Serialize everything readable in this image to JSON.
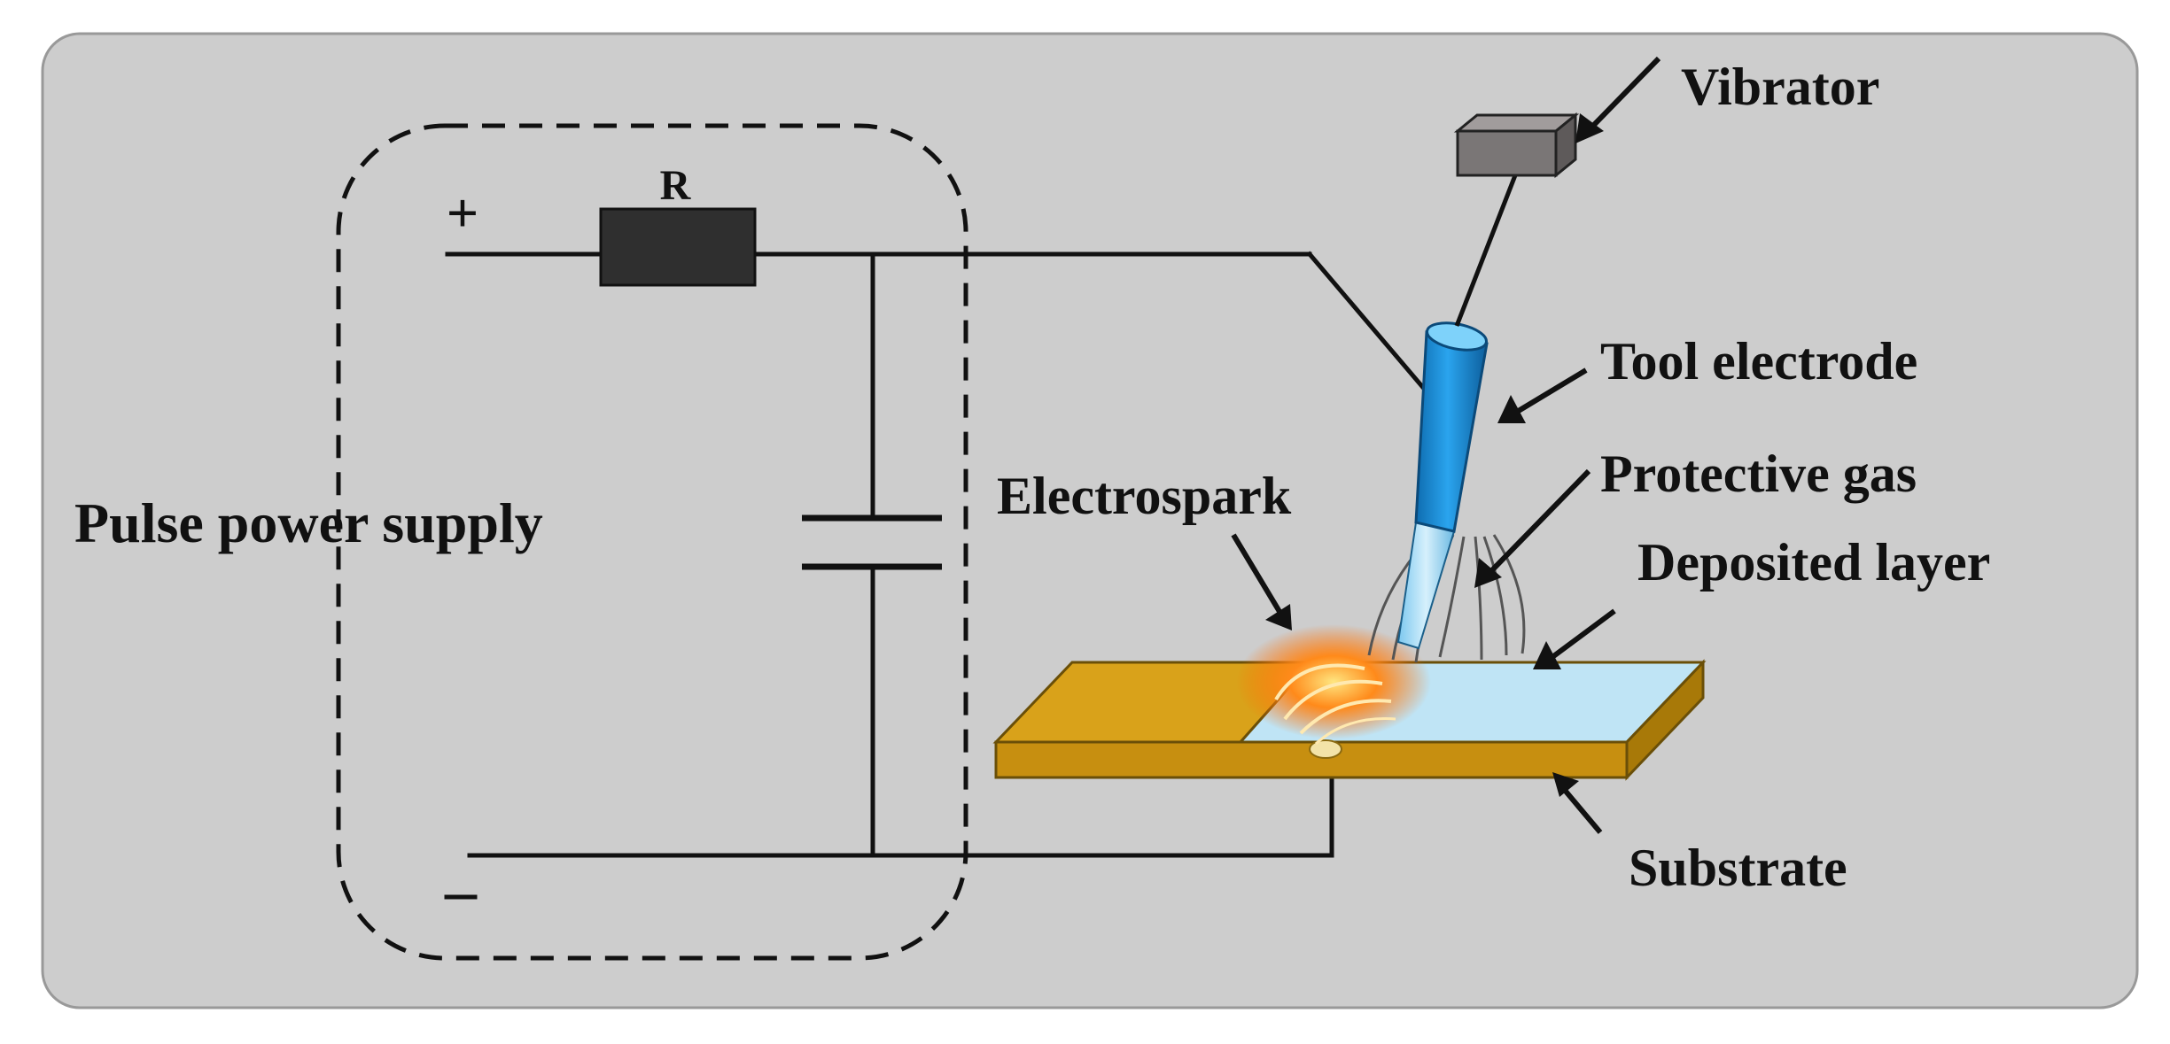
{
  "labels": {
    "resistor": "R",
    "plus": "+",
    "minus": "–",
    "power_supply": "Pulse power supply",
    "vibrator": "Vibrator",
    "tool_electrode": "Tool electrode",
    "protective_gas": "Protective gas",
    "electrospark": "Electrospark",
    "deposited_layer": "Deposited layer",
    "substrate": "Substrate"
  },
  "colors": {
    "panel_background": "#cdcdcd",
    "substrate": "#d9a21a",
    "deposited_layer": "#bfe4f5",
    "tool_electrode": "#1a8ed8",
    "vibrator": "#7a7676",
    "resistor": "#2f2f2f",
    "spark": "#ff6a00"
  }
}
